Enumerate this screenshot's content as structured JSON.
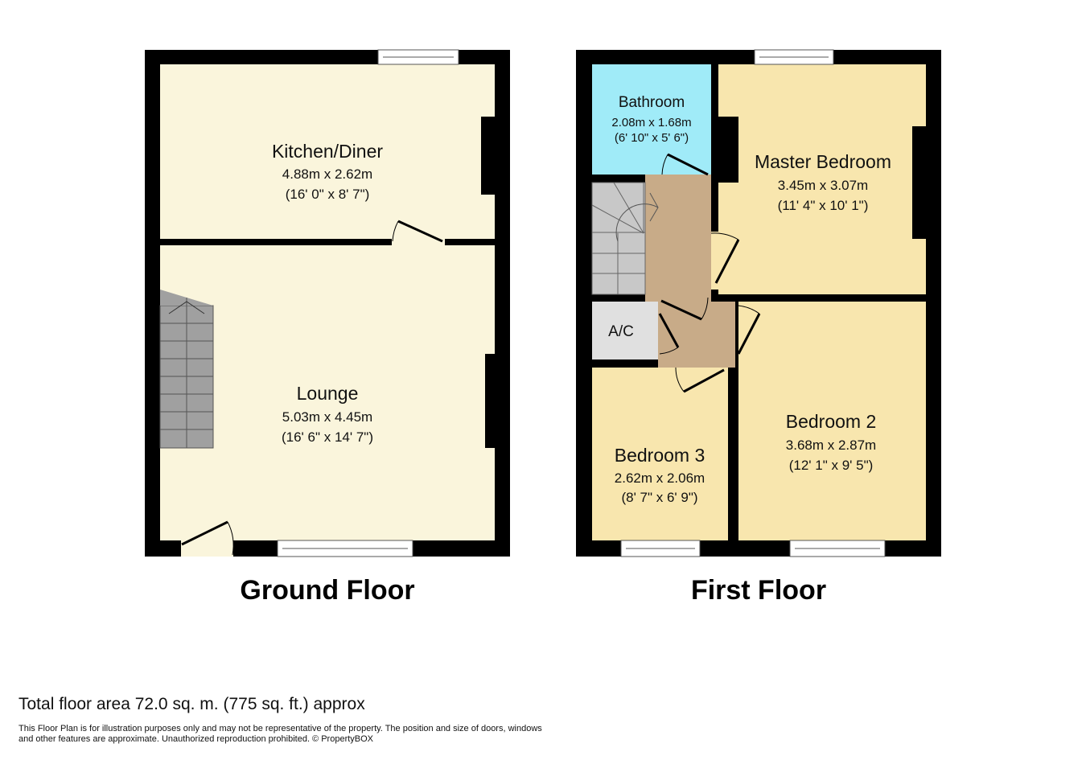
{
  "ground_floor": {
    "label": "Ground Floor",
    "rooms": [
      {
        "name": "Kitchen/Diner",
        "metric": "4.88m x 2.62m",
        "imperial": "(16' 0\" x 8' 7\")"
      },
      {
        "name": "Lounge",
        "metric": "5.03m x 4.45m",
        "imperial": "(16' 6\" x 14' 7\")"
      }
    ]
  },
  "first_floor": {
    "label": "First Floor",
    "rooms": [
      {
        "name": "Bathroom",
        "metric": "2.08m x 1.68m",
        "imperial": "(6' 10\" x 5' 6\")"
      },
      {
        "name": "Master Bedroom",
        "metric": "3.45m x 3.07m",
        "imperial": "(11' 4\" x 10' 1\")"
      },
      {
        "name": "Bedroom 2",
        "metric": "3.68m x 2.87m",
        "imperial": "(12' 1\" x 9' 5\")"
      },
      {
        "name": "Bedroom 3",
        "metric": "2.62m x 2.06m",
        "imperial": "(8' 7\" x 6' 9\")"
      },
      {
        "name": "A/C"
      }
    ]
  },
  "footer": {
    "total_area": "Total floor area 72.0 sq. m. (775 sq. ft.) approx",
    "disclaimer": "This Floor Plan is for illustration purposes only and may not be representative of the property. The position and size of doors, windows and other features are approximate. Unauthorized reproduction prohibited. © PropertyBOX"
  },
  "colors": {
    "ground_rooms": "#faf5dc",
    "bedrooms": "#f8e6ae",
    "bathroom": "#a0ebf8",
    "landing": "#c8ab88",
    "walls": "#000000"
  }
}
